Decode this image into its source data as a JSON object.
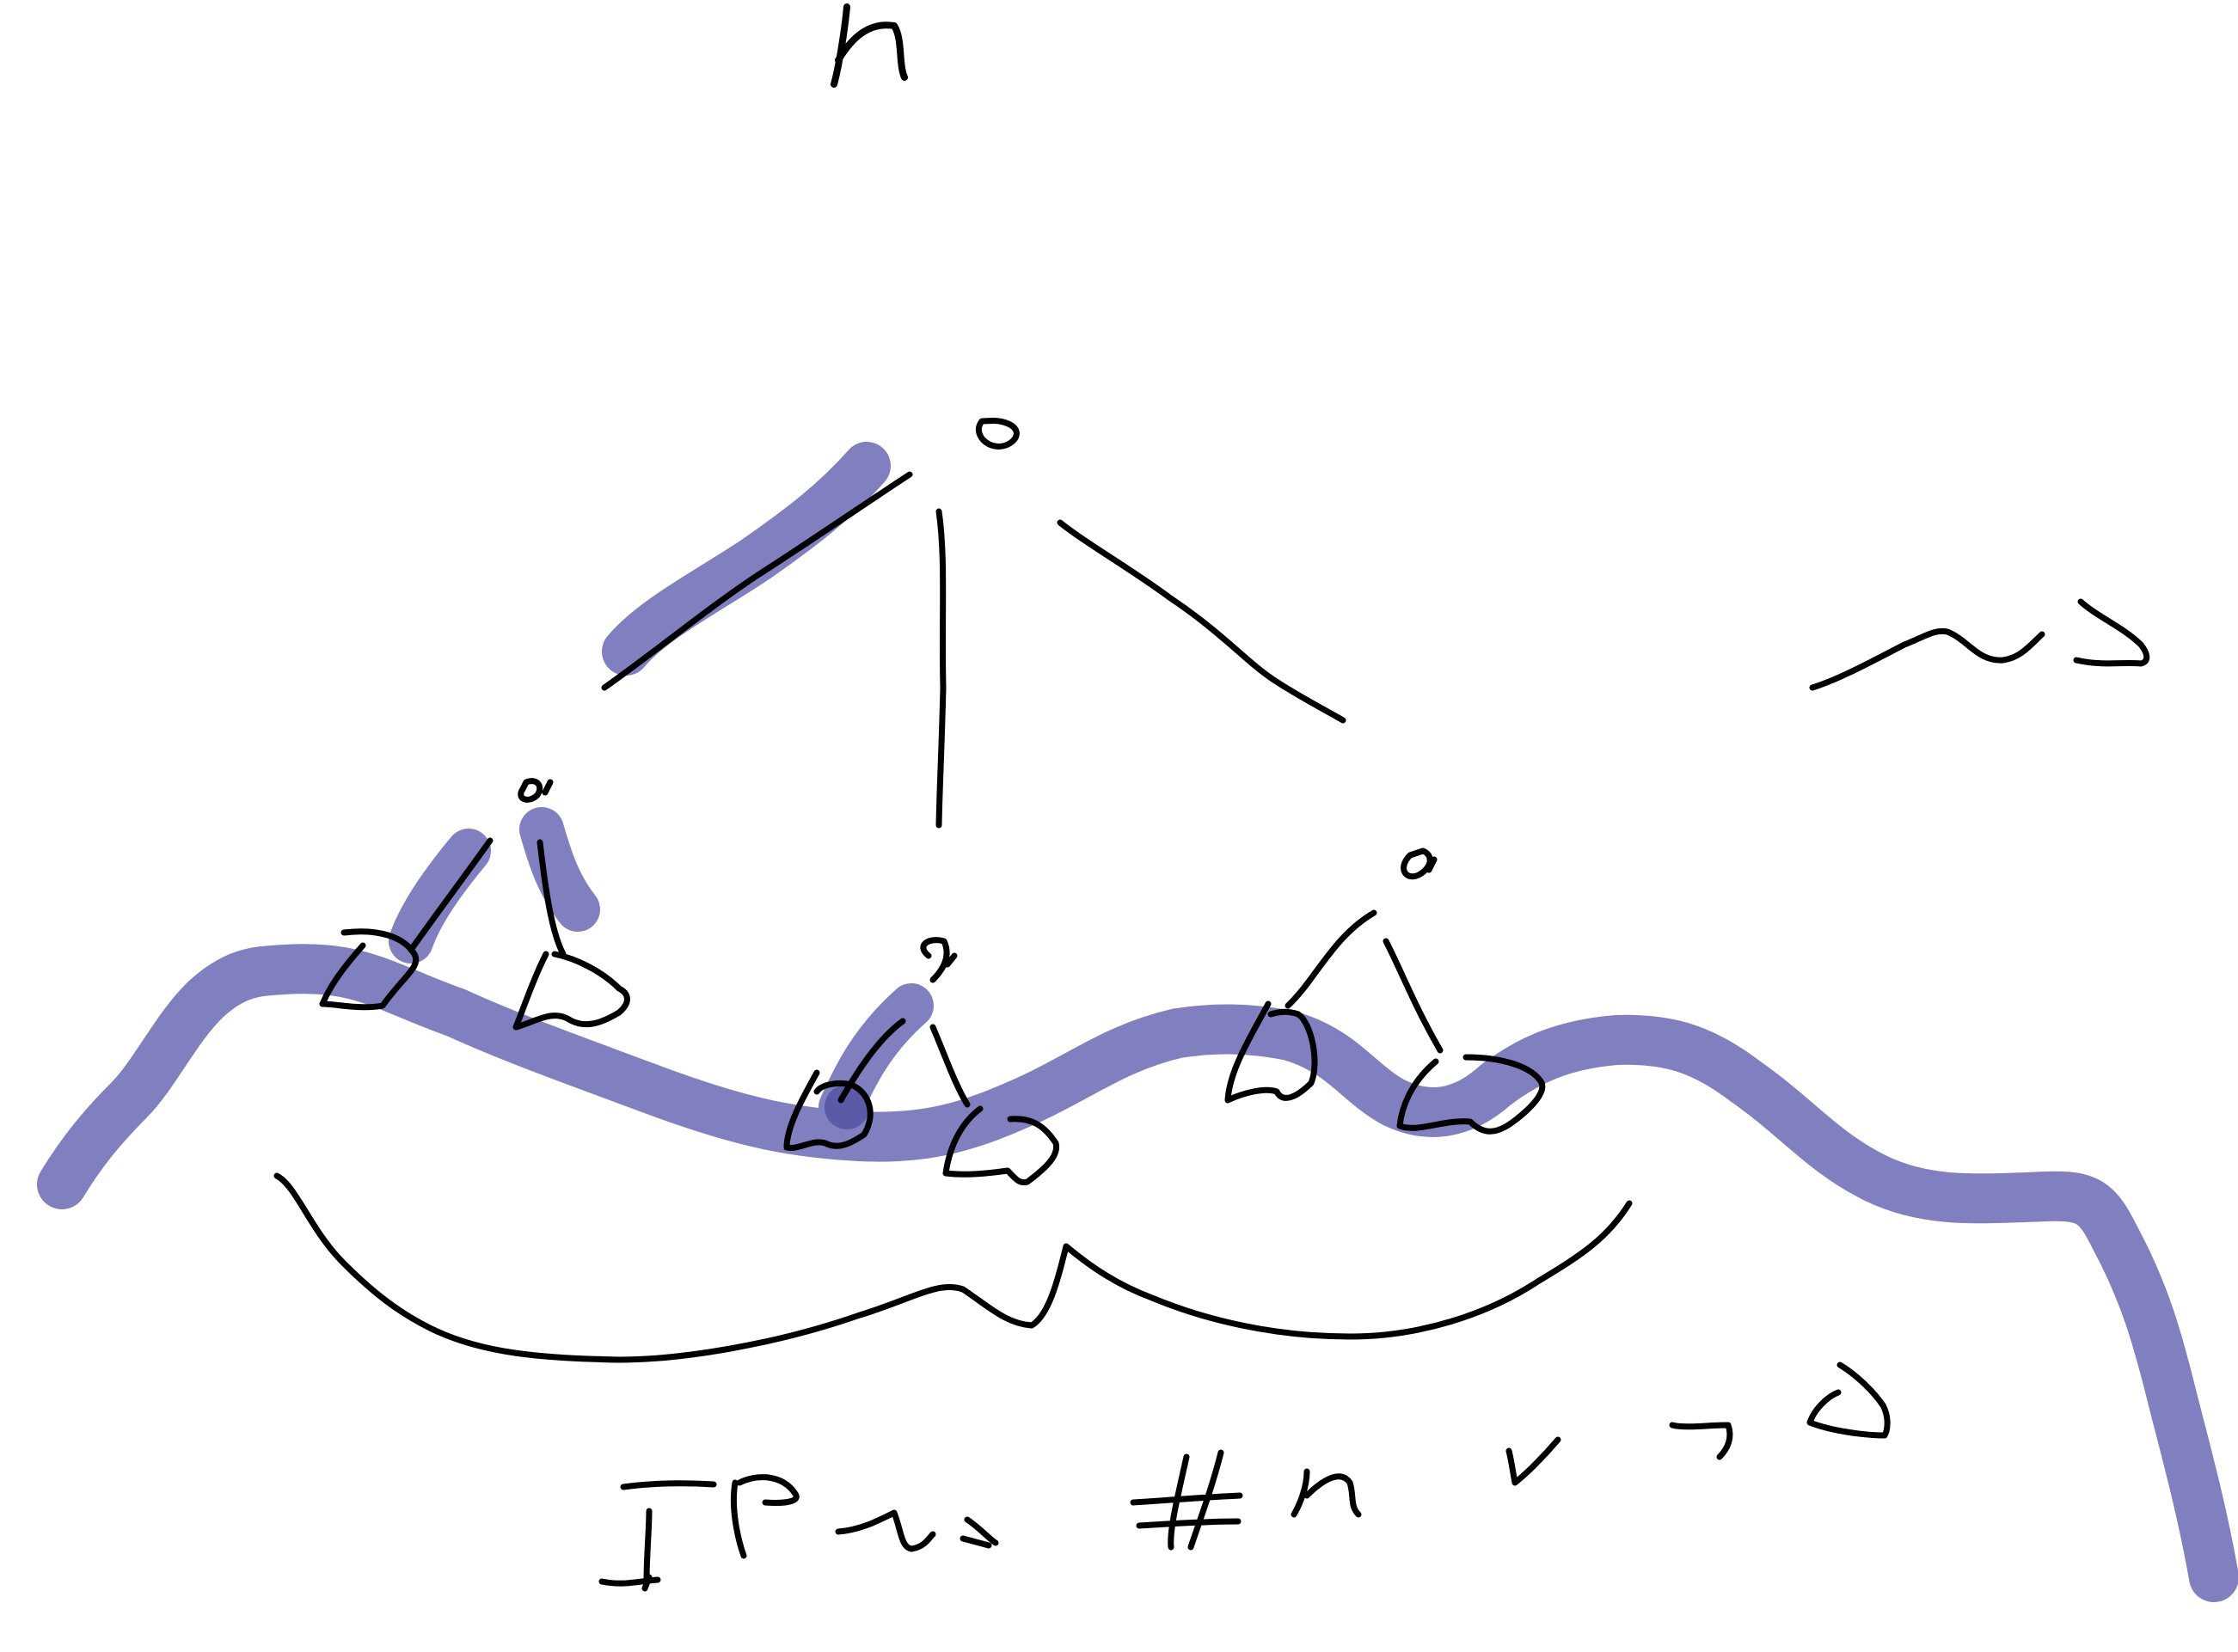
{
  "colors": {
    "background": "#ffffff",
    "ink": "#000000",
    "highlight": "#8080c0",
    "highlight_dark": "#5a5aa8"
  },
  "diagram": {
    "kind": "hand-drawn-derivation-tree",
    "top_label": "h",
    "formula_line": "IP~> #n v¬O",
    "side_symbol": "~>"
  }
}
